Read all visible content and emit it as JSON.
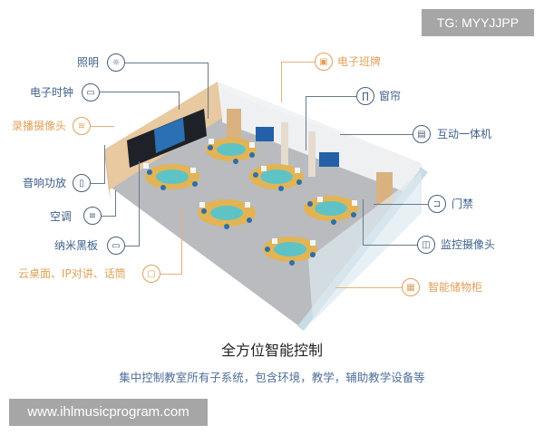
{
  "watermark_top": "TG: MYYJJPP",
  "watermark_bottom": "www.ihlmusicprogram.com",
  "left_labels": [
    {
      "label": "照明",
      "icon": "lightbulb-icon",
      "color": "blue"
    },
    {
      "label": "电子时钟",
      "icon": "clock-display-icon",
      "color": "blue"
    },
    {
      "label": "录播摄像头",
      "icon": "recording-camera-icon",
      "color": "orange"
    },
    {
      "label": "音响功放",
      "icon": "speaker-icon",
      "color": "blue"
    },
    {
      "label": "空调",
      "icon": "air-conditioner-icon",
      "color": "blue"
    },
    {
      "label": "纳米黑板",
      "icon": "blackboard-icon",
      "color": "blue"
    },
    {
      "label": "云桌面、IP对讲、话筒",
      "icon": "desktop-terminal-icon",
      "color": "orange"
    }
  ],
  "right_labels": [
    {
      "label": "电子班牌",
      "icon": "class-sign-icon",
      "color": "orange"
    },
    {
      "label": "窗帘",
      "icon": "curtain-icon",
      "color": "blue"
    },
    {
      "label": "互动一体机",
      "icon": "interactive-display-icon",
      "color": "blue"
    },
    {
      "label": "门禁",
      "icon": "door-access-icon",
      "color": "blue"
    },
    {
      "label": "监控摄像头",
      "icon": "surveillance-camera-icon",
      "color": "blue"
    },
    {
      "label": "智能储物柜",
      "icon": "storage-cabinet-icon",
      "color": "orange"
    }
  ],
  "title": "全方位智能控制",
  "subtitle": "集中控制教室所有子系统，包含环境，教学，辅助教学设备等",
  "colors": {
    "blue_text": "#3e5f8a",
    "orange_text": "#e0a15a",
    "subtitle": "#4f6f99"
  }
}
